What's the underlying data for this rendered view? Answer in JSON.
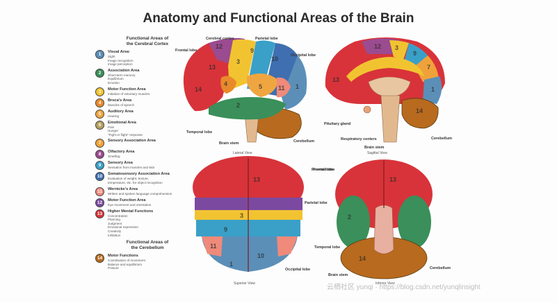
{
  "title": "Anatomy and Functional Areas of the Brain",
  "legend": {
    "cortex_heading": "Functional Areas of\nthe Cerebral Cortex",
    "items": [
      {
        "num": "1",
        "color": "#5b8fb8",
        "name": "Visual Area:",
        "desc": "Sight\nImage recognition\nImage perception"
      },
      {
        "num": "2",
        "color": "#3a8f5a",
        "name": "Association Area",
        "desc": "Short-term memory\nEquilibrium\nEmotion"
      },
      {
        "num": "3",
        "color": "#f2c331",
        "name": "Motor Function Area",
        "desc": "Initiation of voluntary muscles"
      },
      {
        "num": "4",
        "color": "#e88a2b",
        "name": "Broca's Area",
        "desc": "Muscles of speech"
      },
      {
        "num": "5",
        "color": "#f0a640",
        "name": "Auditory Area",
        "desc": "Hearing"
      },
      {
        "num": "6",
        "color": "#b5a060",
        "name": "Emotional Area",
        "desc": "Pain\nHunger\n\"Fight or flight\" response"
      },
      {
        "num": "7",
        "color": "#f0a23a",
        "name": "Sensory Association Area",
        "desc": ""
      },
      {
        "num": "8",
        "color": "#9b4b8f",
        "name": "Olfactory Area",
        "desc": "Smelling"
      },
      {
        "num": "9",
        "color": "#3aa0c8",
        "name": "Sensory Area",
        "desc": "Sensation from muscles and skin"
      },
      {
        "num": "10",
        "color": "#3f6fb0",
        "name": "Somatosensory Association Area",
        "desc": "Evaluation of weight, texture,\ntemperature, etc. for object recognition"
      },
      {
        "num": "11",
        "color": "#f08a7a",
        "name": "Wernicke's Area",
        "desc": "Written and spoken language comprehension"
      },
      {
        "num": "12",
        "color": "#7b4aa0",
        "name": "Motor Function Area",
        "desc": "Eye movement and orientation"
      },
      {
        "num": "13",
        "color": "#d8333a",
        "name": "Higher Mental Functions",
        "desc": "Concentration\nPlanning\nJudgment\nEmotional expression\nCreativity\nInhibition"
      }
    ],
    "cerebellum_heading": "Functional Areas of\nthe Cerebellum",
    "cerebellum_items": [
      {
        "num": "14",
        "color": "#b86a1e",
        "name": "Motor Functions",
        "desc": "Coordination of movement\nBalance and equilibrium\nPosture"
      }
    ]
  },
  "lateral_view": {
    "caption": "Lateral View",
    "labels": {
      "cerebral_cortex": "Cerebral cortex",
      "parietal_lobe": "Parietal lobe",
      "frontal_lobe": "Frontal lobe",
      "occipital_lobe": "Occipital lobe",
      "temporal_lobe": "Temporal lobe",
      "brain_stem": "Brain stem",
      "cerebellum": "Cerebellum"
    },
    "regions": [
      "12",
      "9",
      "10",
      "3",
      "13",
      "4",
      "5",
      "11",
      "2",
      "1",
      "14"
    ]
  },
  "sagittal_view": {
    "caption": "Sagittal View",
    "labels": {
      "pituitary_gland": "Pituitary gland",
      "respiratory_centers": "Respiratory centers",
      "brain_stem": "Brain stem",
      "cerebellum": "Cerebellum"
    },
    "regions": [
      "12",
      "3",
      "9",
      "7",
      "13",
      "1",
      "14"
    ]
  },
  "superior_view": {
    "caption": "Superior View",
    "labels": {
      "frontal_lobe": "Frontal lobe",
      "parietal_lobe": "Parietal lobe",
      "occipital_lobe": "Occipital lobe"
    },
    "regions": [
      "13",
      "3",
      "9",
      "11",
      "10",
      "1"
    ]
  },
  "inferior_view": {
    "caption": "Inferior View",
    "labels": {
      "frontal_lobe": "Frontal lobe",
      "temporal_lobe": "Temporal lobe",
      "brain_stem": "Brain stem",
      "cerebellum": "Cerebellum"
    },
    "regions": [
      "13",
      "2",
      "14"
    ]
  },
  "watermark": "云栖社区 yunqi · https://blog.csdn.net/yunqlinsight"
}
